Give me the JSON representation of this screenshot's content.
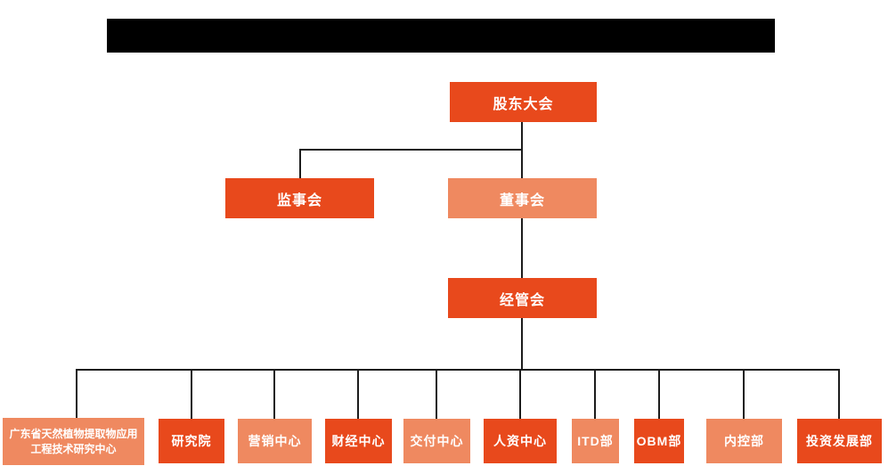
{
  "colors": {
    "primary_box": "#E8491C",
    "secondary_box": "#EF8960",
    "connector": "#1C1C1C",
    "box_text": "#FFFFFF",
    "redaction_bar": "#000000",
    "background": "#FFFFFF"
  },
  "org_chart": {
    "type": "org-chart",
    "title_bar": {
      "redacted": true,
      "text": ""
    },
    "nodes": {
      "shareholders": {
        "label": "股东大会",
        "variant": "primary"
      },
      "supervisory": {
        "label": "监事会",
        "variant": "primary"
      },
      "board": {
        "label": "董事会",
        "variant": "secondary"
      },
      "management": {
        "label": "经管会",
        "variant": "primary"
      }
    },
    "departments": [
      {
        "label": "广东省天然植物提取物应用工程技术研究中心",
        "variant": "secondary"
      },
      {
        "label": "研究院",
        "variant": "primary"
      },
      {
        "label": "营销中心",
        "variant": "secondary"
      },
      {
        "label": "财经中心",
        "variant": "primary"
      },
      {
        "label": "交付中心",
        "variant": "secondary"
      },
      {
        "label": "人资中心",
        "variant": "primary"
      },
      {
        "label": "ITD部",
        "variant": "secondary"
      },
      {
        "label": "OBM部",
        "variant": "primary"
      },
      {
        "label": "内控部",
        "variant": "secondary"
      },
      {
        "label": "投资发展部",
        "variant": "primary"
      }
    ],
    "hierarchy": [
      {
        "parent": "股东大会",
        "children": [
          "监事会",
          "董事会"
        ]
      },
      {
        "parent": "董事会",
        "children": [
          "经管会"
        ]
      },
      {
        "parent": "经管会",
        "children": [
          "广东省天然植物提取物应用工程技术研究中心",
          "研究院",
          "营销中心",
          "财经中心",
          "交付中心",
          "人资中心",
          "ITD部",
          "OBM部",
          "内控部",
          "投资发展部"
        ]
      }
    ]
  }
}
